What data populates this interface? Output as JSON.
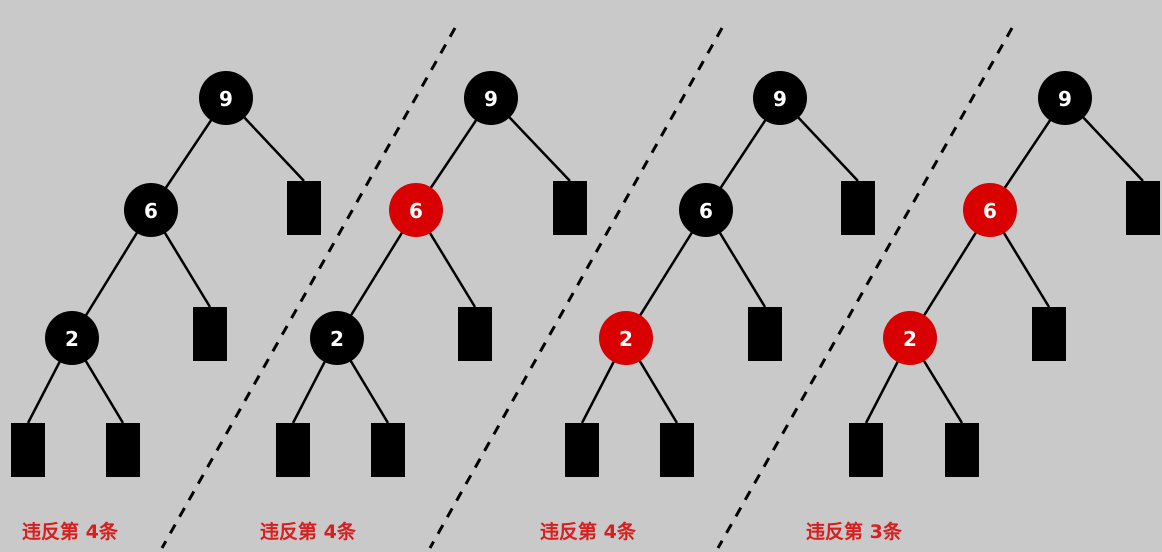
{
  "colors": {
    "background": "#c9c9c9",
    "black_node": "#000000",
    "red_node": "#d80000",
    "leaf": "#000000",
    "edge": "#000000",
    "caption": "#d81e1e"
  },
  "trees": [
    {
      "caption": "违反第 4条",
      "nodes": [
        {
          "id": "n9",
          "label": "9",
          "color": "black"
        },
        {
          "id": "n6",
          "label": "6",
          "color": "black"
        },
        {
          "id": "n2",
          "label": "2",
          "color": "black"
        }
      ]
    },
    {
      "caption": "违反第 4条",
      "nodes": [
        {
          "id": "n9",
          "label": "9",
          "color": "black"
        },
        {
          "id": "n6",
          "label": "6",
          "color": "red"
        },
        {
          "id": "n2",
          "label": "2",
          "color": "black"
        }
      ]
    },
    {
      "caption": "违反第 4条",
      "nodes": [
        {
          "id": "n9",
          "label": "9",
          "color": "black"
        },
        {
          "id": "n6",
          "label": "6",
          "color": "black"
        },
        {
          "id": "n2",
          "label": "2",
          "color": "red"
        }
      ]
    },
    {
      "caption": "违反第 3条",
      "nodes": [
        {
          "id": "n9",
          "label": "9",
          "color": "black"
        },
        {
          "id": "n6",
          "label": "6",
          "color": "red"
        },
        {
          "id": "n2",
          "label": "2",
          "color": "red"
        }
      ]
    }
  ]
}
